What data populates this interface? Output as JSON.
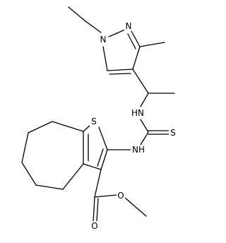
{
  "molecule": {
    "atoms": {
      "n1": "N",
      "n2": "N",
      "nh1": "HN",
      "nh2": "NH",
      "s_thioamide": "S",
      "s_ring": "S",
      "o_ester": "O",
      "o_carbonyl": "O"
    },
    "bond_color": "#000000",
    "background": "#ffffff"
  }
}
